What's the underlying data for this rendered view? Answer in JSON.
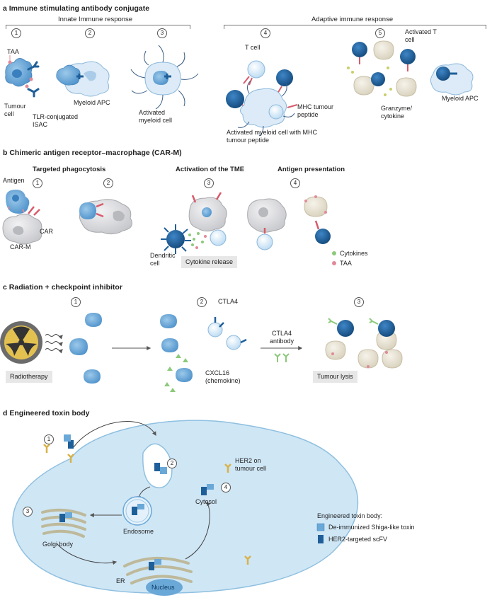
{
  "panel_a": {
    "letter": "a",
    "title": "Immune stimulating antibody conjugate",
    "innate_header": "Innate Immune response",
    "adaptive_header": "Adaptive immune response",
    "steps": [
      "1",
      "2",
      "3",
      "4",
      "5"
    ],
    "labels": {
      "taa": "TAA",
      "tumour_cell": "Tumour cell",
      "tlr_isac": "TLR-conjugated ISAC",
      "myeloid_apc": "Myeloid APC",
      "activated_myeloid": "Activated myeloid cell",
      "t_cell": "T cell",
      "mhc_peptide": "MHC tumour peptide",
      "activated_myeloid_mhc": "Activated myeloid cell with MHC tumour peptide",
      "activated_t_cell": "Activated T cell",
      "granzyme": "Granzyme/ cytokine",
      "myeloid_apc_2": "Myeloid APC"
    }
  },
  "panel_b": {
    "letter": "b",
    "title": "Chimeric antigen receptor–macrophage (CAR-M)",
    "sub_targeted": "Targeted phagocytosis",
    "sub_activation": "Activation of the TME",
    "sub_antigen": "Antigen presentation",
    "steps": [
      "1",
      "2",
      "3",
      "4"
    ],
    "labels": {
      "antigen": "Antigen",
      "car": "CAR",
      "car_m": "CAR-M",
      "dendritic": "Dendritic cell",
      "cytokine_release": "Cytokine release",
      "cytokines": "Cytokines",
      "taa": "TAA"
    }
  },
  "panel_c": {
    "letter": "c",
    "title": "Radiation + checkpoint inhibitor",
    "steps": [
      "1",
      "2",
      "3"
    ],
    "labels": {
      "radiotherapy": "Radiotherapy",
      "ctla4": "CTLA4",
      "ctla4_antibody": "CTLA4 antibody",
      "cxcl16": "CXCL16 (chemokine)",
      "tumour_lysis": "Tumour lysis"
    }
  },
  "panel_d": {
    "letter": "d",
    "title": "Engineered toxin body",
    "steps": [
      "1",
      "2",
      "3",
      "4"
    ],
    "labels": {
      "her2": "HER2 on tumour cell",
      "endosome": "Endosome",
      "cytosol": "Cytosol",
      "golgi": "Golgi body",
      "er": "ER",
      "nucleus": "Nucleus",
      "legend_title": "Engineered toxin body:",
      "legend_toxin": "De-immunized Shiga-like toxin",
      "legend_scfv": "HER2-targeted scFV"
    }
  },
  "colors": {
    "tumour_blue": "#6aa8d8",
    "tcell_light": "#d3e8f7",
    "tcell_dark": "#1f5f99",
    "myeloid_light": "#dbe9f6",
    "taa_pink": "#e08a9a",
    "cytokine_green": "#8cc97a",
    "her2_yellow": "#d8b24a",
    "cell_bg": "#cfe6f5",
    "grey_cell": "#dcdcdf",
    "beige_cell": "#e9e4d6"
  }
}
